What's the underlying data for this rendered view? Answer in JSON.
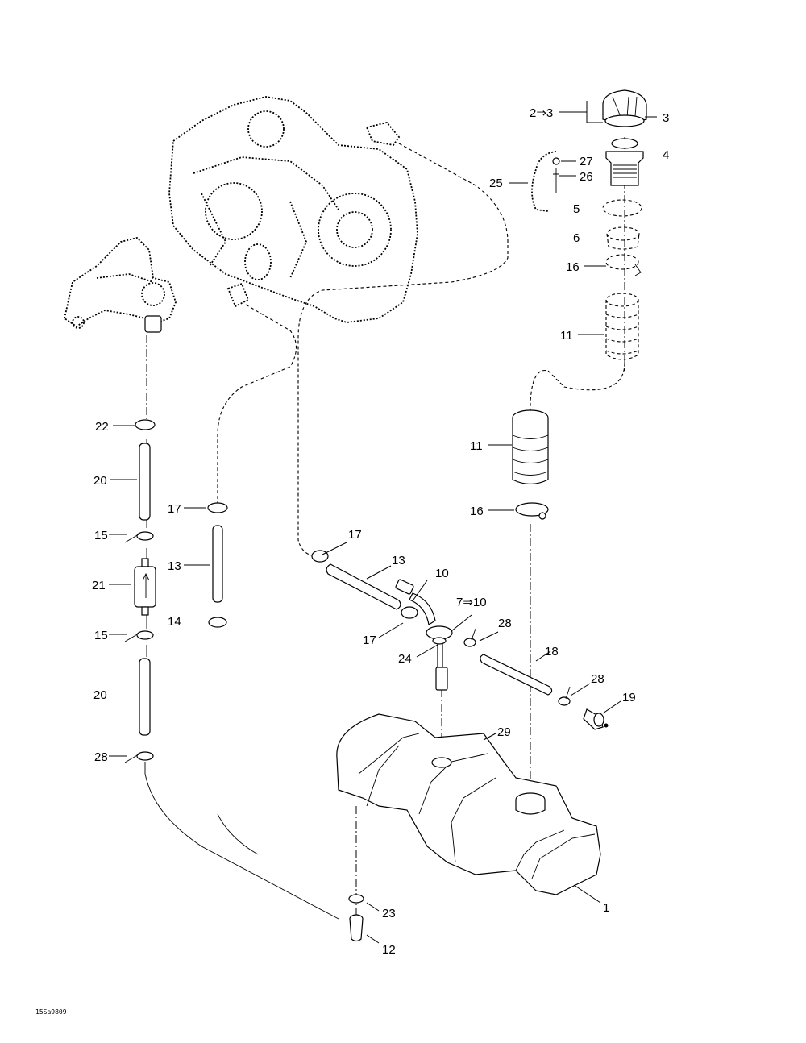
{
  "title": "Fuel system exploded parts diagram",
  "figure_code": "15Sa9809",
  "callouts": [
    {
      "id": "c-2to3",
      "label": "2⇒3",
      "part": "fuel-cap-assembly"
    },
    {
      "id": "c-3",
      "label": "3",
      "part": "fuel-cap-gasket"
    },
    {
      "id": "c-4",
      "label": "4",
      "part": "filler-neck"
    },
    {
      "id": "c-27",
      "label": "27",
      "part": "washer"
    },
    {
      "id": "c-26",
      "label": "26",
      "part": "rivet"
    },
    {
      "id": "c-25",
      "label": "25",
      "part": "retaining-strap"
    },
    {
      "id": "c-5",
      "label": "5",
      "part": "gasket"
    },
    {
      "id": "c-6",
      "label": "6",
      "part": "nut"
    },
    {
      "id": "c-16a",
      "label": "16",
      "part": "clamp-upper"
    },
    {
      "id": "c-11a",
      "label": "11",
      "part": "filler-hose-upper"
    },
    {
      "id": "c-11b",
      "label": "11",
      "part": "filler-hose-lower"
    },
    {
      "id": "c-16b",
      "label": "16",
      "part": "clamp-lower"
    },
    {
      "id": "c-22",
      "label": "22",
      "part": "clamp"
    },
    {
      "id": "c-20a",
      "label": "20",
      "part": "fuel-line-upper"
    },
    {
      "id": "c-15a",
      "label": "15",
      "part": "clip-upper"
    },
    {
      "id": "c-21",
      "label": "21",
      "part": "fuel-filter"
    },
    {
      "id": "c-15b",
      "label": "15",
      "part": "clip-lower"
    },
    {
      "id": "c-20b",
      "label": "20",
      "part": "fuel-line-lower"
    },
    {
      "id": "c-28a",
      "label": "28",
      "part": "clip-left"
    },
    {
      "id": "c-17a",
      "label": "17",
      "part": "clamp-left"
    },
    {
      "id": "c-13a",
      "label": "13",
      "part": "hose-vertical"
    },
    {
      "id": "c-14",
      "label": "14",
      "part": "clamp-loose"
    },
    {
      "id": "c-17b",
      "label": "17",
      "part": "clamp-center-top"
    },
    {
      "id": "c-13b",
      "label": "13",
      "part": "hose-diagonal"
    },
    {
      "id": "c-10",
      "label": "10",
      "part": "fuel-pickup-elbow"
    },
    {
      "id": "c-7to10",
      "label": "7⇒10",
      "part": "fuel-pickup-assembly"
    },
    {
      "id": "c-17c",
      "label": "17",
      "part": "clamp-center-bottom"
    },
    {
      "id": "c-24",
      "label": "24",
      "part": "grommet"
    },
    {
      "id": "c-28b",
      "label": "28",
      "part": "clip-mid"
    },
    {
      "id": "c-18",
      "label": "18",
      "part": "vent-hose"
    },
    {
      "id": "c-28c",
      "label": "28",
      "part": "clip-right"
    },
    {
      "id": "c-19",
      "label": "19",
      "part": "check-valve"
    },
    {
      "id": "c-29",
      "label": "29",
      "part": "plug"
    },
    {
      "id": "c-1",
      "label": "1",
      "part": "fuel-tank"
    },
    {
      "id": "c-23",
      "label": "23",
      "part": "grommet-bottom"
    },
    {
      "id": "c-12",
      "label": "12",
      "part": "drain-fitting"
    }
  ]
}
